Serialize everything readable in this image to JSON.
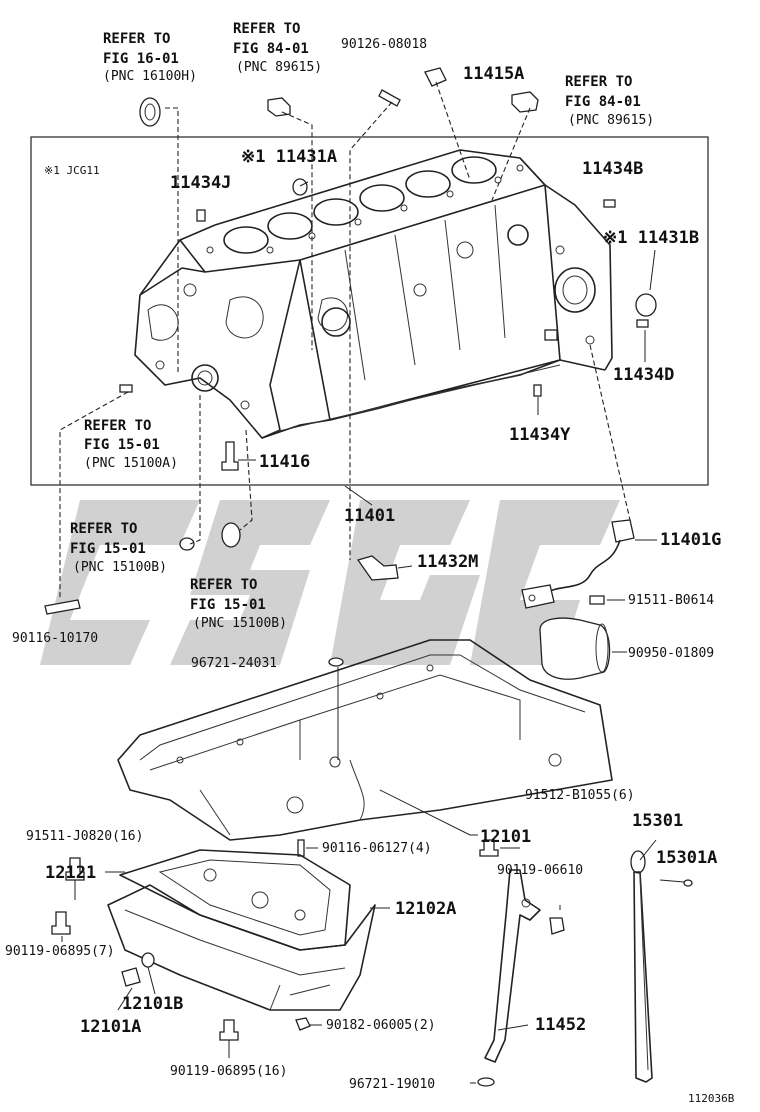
{
  "sheet_number": "112036B",
  "jcg_note": "※1 JCG11",
  "refers": [
    {
      "id": "ref-fig16",
      "line1": "REFER TO",
      "line2": "FIG 16-01",
      "line3": "(PNC 16100H)"
    },
    {
      "id": "ref-fig84-left",
      "line1": "REFER TO",
      "line2": "FIG 84-01",
      "line3": "(PNC 89615)"
    },
    {
      "id": "ref-fig84-right",
      "line1": "REFER TO",
      "line2": "FIG 84-01",
      "line3": "(PNC 89615)"
    },
    {
      "id": "ref-fig15-a",
      "line1": "REFER TO",
      "line2": "FIG 15-01",
      "line3": "(PNC 15100A)"
    },
    {
      "id": "ref-fig15-b1",
      "line1": "REFER TO",
      "line2": "FIG 15-01",
      "line3": "(PNC 15100B)"
    },
    {
      "id": "ref-fig15-b2",
      "line1": "REFER TO",
      "line2": "FIG 15-01",
      "line3": "(PNC 15100B)"
    }
  ],
  "parts": {
    "p90126": "90126-08018",
    "p11415A": "11415A",
    "p11431A": "※1 11431A",
    "p11434B": "11434B",
    "p11434J": "11434J",
    "p11431B": "※1 11431B",
    "p11434D": "11434D",
    "p11434Y": "11434Y",
    "p11416": "11416",
    "p11401": "11401",
    "p11401G": "11401G",
    "p11432M": "11432M",
    "p91511B": "91511-B0614",
    "p90950": "90950-01809",
    "p90116a": "90116-10170",
    "p96721a": "96721-24031",
    "p91512": "91512-B1055(6)",
    "p91511J": "91511-J0820(16)",
    "p90116b": "90116-06127(4)",
    "p12101": "12101",
    "p15301": "15301",
    "p15301A": "15301A",
    "p12121": "12121",
    "p90119a": "90119-06610",
    "p12102A": "12102A",
    "p90119b": "90119-06895(7)",
    "p12101B": "12101B",
    "p12101A": "12101A",
    "p90182": "90182-06005(2)",
    "p11452": "11452",
    "p90119c": "90119-06895(16)",
    "p96721b": "96721-19010"
  }
}
